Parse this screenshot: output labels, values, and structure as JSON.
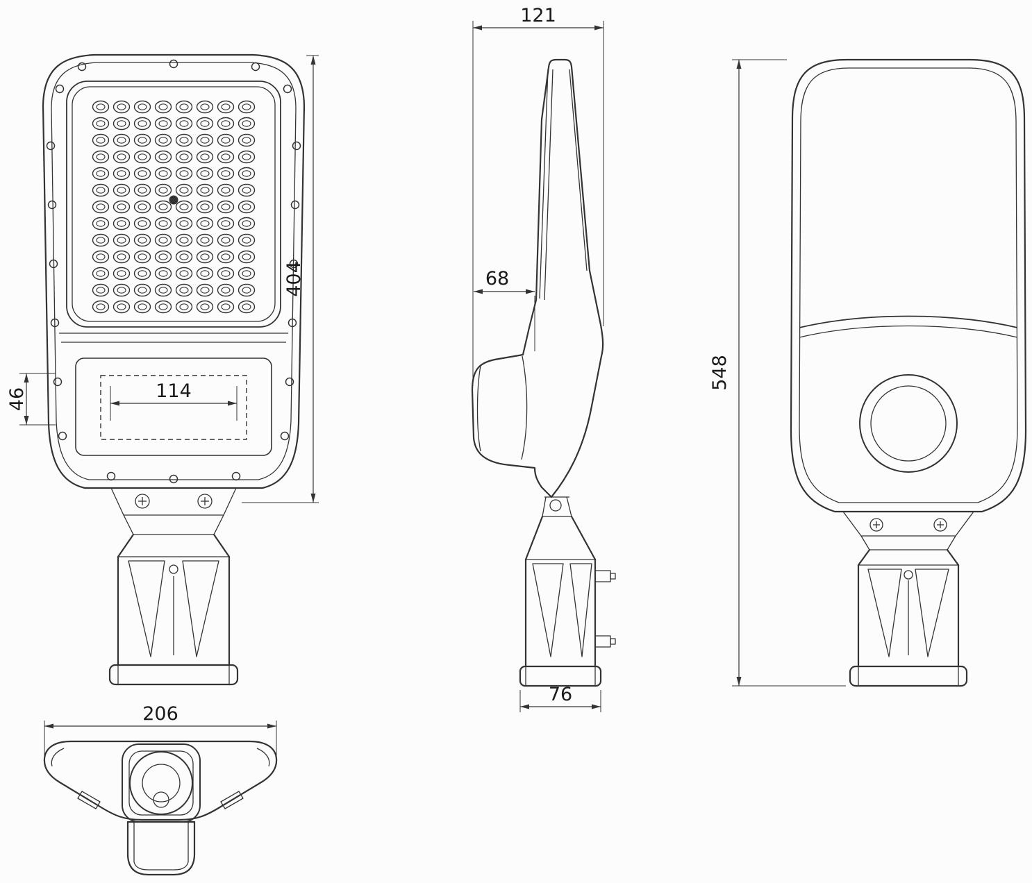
{
  "diagram": {
    "views": {
      "front": {
        "dim_height": "404",
        "dim_inner_width": "114",
        "dim_bracket": "46"
      },
      "side": {
        "dim_top_width": "121",
        "dim_depth": "68",
        "dim_base_width": "76"
      },
      "back": {
        "dim_total_height": "548"
      },
      "bottom": {
        "dim_width": "206"
      }
    },
    "led_array": {
      "columns": 8,
      "rows": 13
    },
    "colors": {
      "line": "#333333",
      "background": "#fcfcfc"
    }
  }
}
